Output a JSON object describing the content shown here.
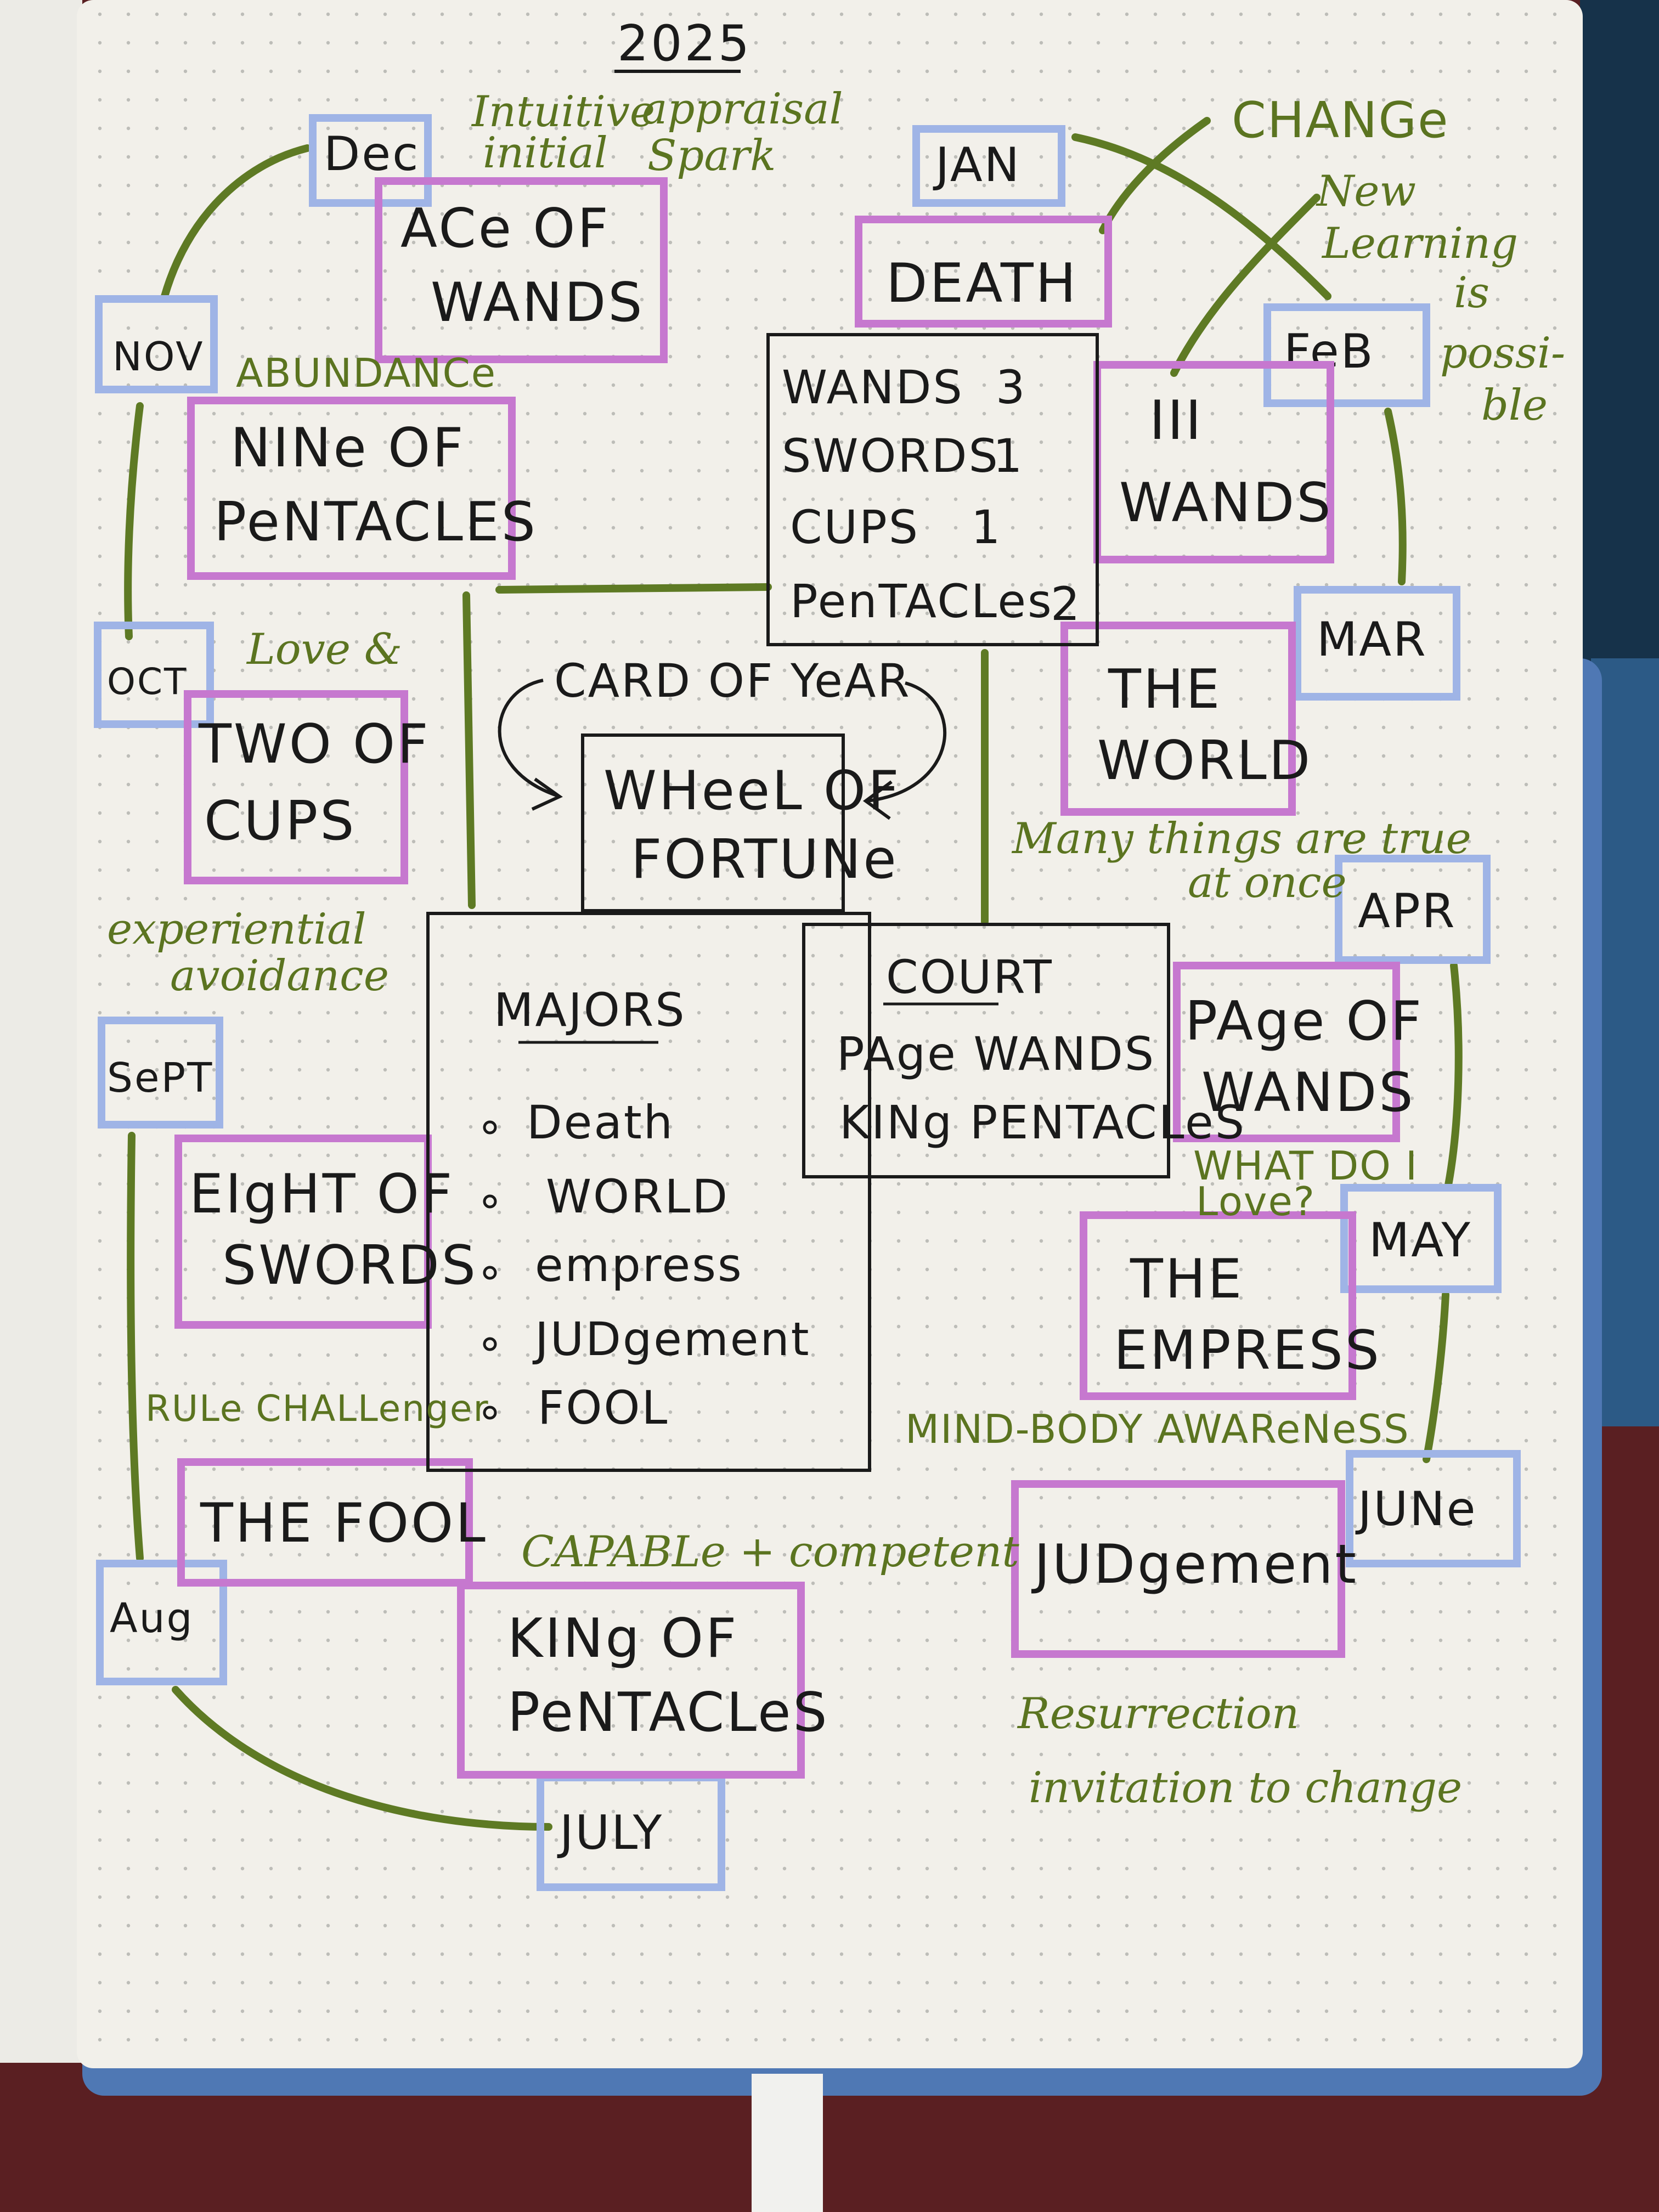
{
  "year": "2025",
  "months": [
    "Dec",
    "JAN",
    "NOV",
    "FeB",
    "OCT",
    "MAR",
    "SePT",
    "APR",
    "MAY",
    "Aug",
    "JUNe",
    "JULY"
  ],
  "cards": {
    "ace_of_wands": [
      "ACe OF",
      "WANDS"
    ],
    "death": "DEATH",
    "nine_of_pentacles": [
      "NINe OF",
      "PeNTACLES"
    ],
    "three_wands": [
      "III",
      "WANDS"
    ],
    "two_of_cups": [
      "TWO OF",
      "CUPS"
    ],
    "the_world": [
      "THE",
      "WORLD"
    ],
    "wheel_of_fortune": [
      "WHeeL OF",
      "FORTUNe"
    ],
    "page_of_wands": [
      "PAge OF",
      "WANDS"
    ],
    "eight_of_swords": [
      "EIgHT OF",
      "SWORDS"
    ],
    "the_empress": [
      "THE",
      "EMPRESS"
    ],
    "the_fool": "THE FOOL",
    "judgement": "JUDgement",
    "king_of_pentacles": [
      "KINg OF",
      "PeNTACLeS"
    ]
  },
  "tally": [
    {
      "suit": "WANDS",
      "count": "3"
    },
    {
      "suit": "SWORDS",
      "count": "1"
    },
    {
      "suit": "CUPS",
      "count": "1"
    },
    {
      "suit": "PenTACLes",
      "count": "2"
    }
  ],
  "card_of_year": "CARD OF YeAR",
  "majors": {
    "title": "MAJORS",
    "items": [
      "Death",
      "WORLD",
      "empress",
      "JUDgement",
      "FOOL"
    ]
  },
  "court": {
    "title": "COURT",
    "items": [
      "PAge WANDS",
      "KINg PENTACLeS"
    ]
  },
  "notes": {
    "intuitive": [
      "Intuitive",
      "initial"
    ],
    "appraisal": [
      "appraisal",
      "Spark"
    ],
    "change": "CHANGe",
    "new_learning": [
      "New",
      "Learning",
      "is",
      "possi-",
      "ble"
    ],
    "abundance": "ABUNDANCe",
    "love": "Love &",
    "many_things": [
      "Many things are true",
      "at once"
    ],
    "experiential": [
      "experiential",
      "avoidance"
    ],
    "what_do_i_love": [
      "WHAT DO I",
      "Love?"
    ],
    "rule_challenger": "RULe CHALLenger",
    "mind_body": "MIND-BODY AWAReNeSS",
    "capable": "CAPABLe + competent",
    "resurrection": [
      "Resurrection",
      "invitation to change"
    ]
  },
  "colors": {
    "month_box": "#9fb4e6",
    "card_box": "#c678cf",
    "vine": "#5e7a24",
    "ink": "#1a1a1a",
    "note": "#5b7420",
    "page": "#f2f0ea"
  }
}
